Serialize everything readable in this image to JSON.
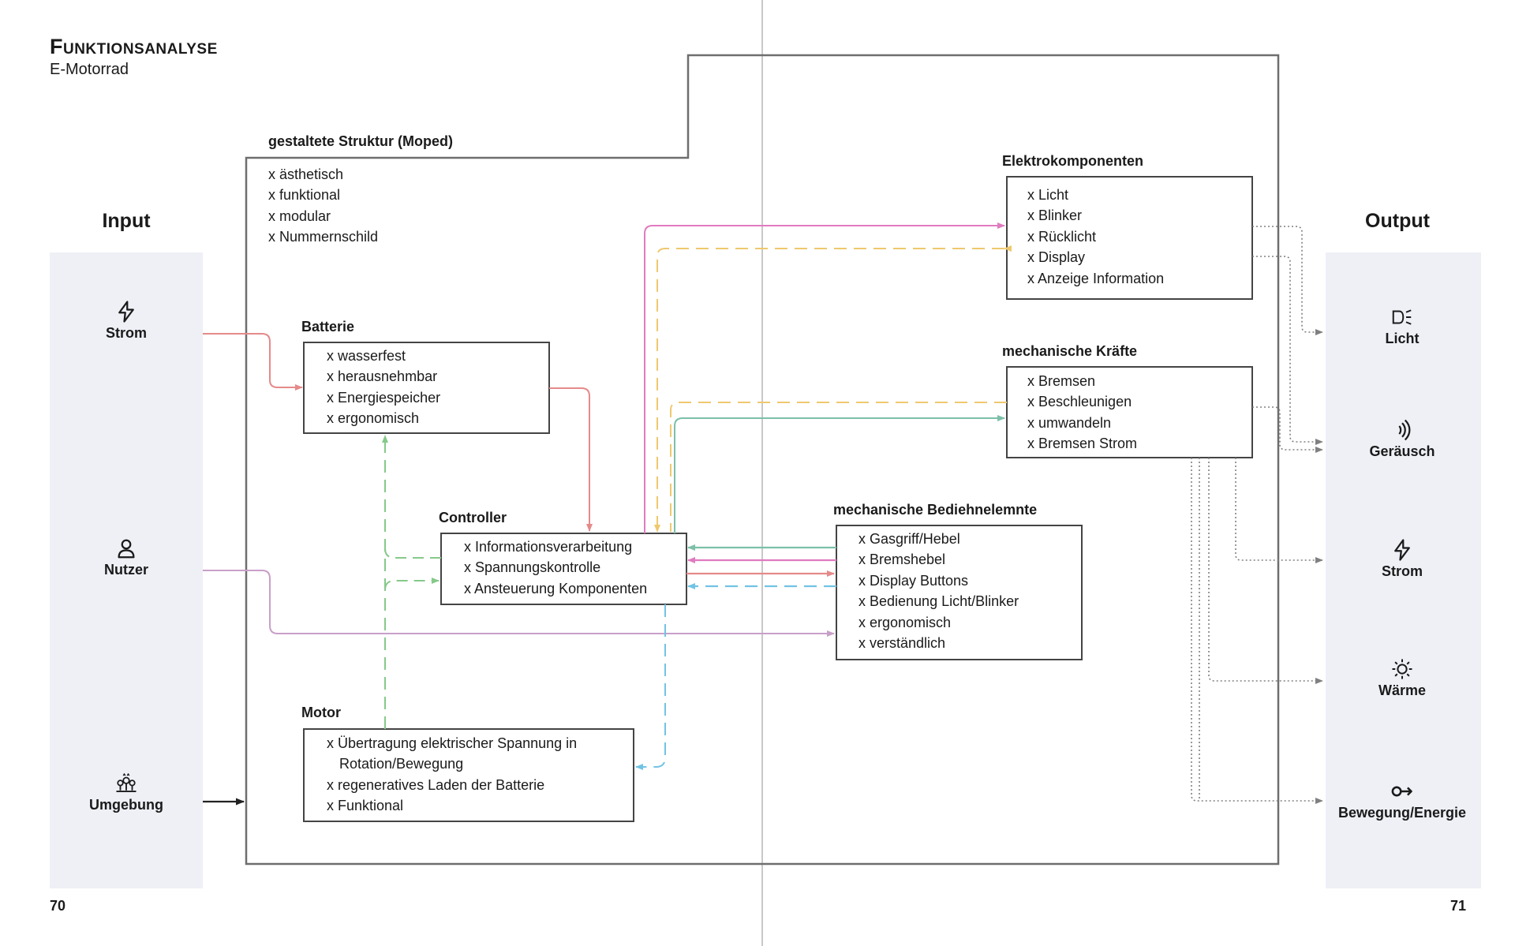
{
  "header": {
    "title": "Funktionsanalyse",
    "subtitle": "E-Motorrad"
  },
  "input": {
    "title": "Input",
    "items": [
      {
        "label": "Strom",
        "icon": "lightning-icon"
      },
      {
        "label": "Nutzer",
        "icon": "user-icon"
      },
      {
        "label": "Umgebung",
        "icon": "environment-icon"
      }
    ]
  },
  "output": {
    "title": "Output",
    "items": [
      {
        "label": "Licht",
        "icon": "headlight-icon"
      },
      {
        "label": "Geräusch",
        "icon": "sound-icon"
      },
      {
        "label": "Strom",
        "icon": "lightning-icon"
      },
      {
        "label": "Wärme",
        "icon": "sun-icon"
      },
      {
        "label": "Bewegung/Energie",
        "icon": "key-icon"
      }
    ]
  },
  "structure": {
    "label": "gestaltete Struktur (Moped)",
    "items": [
      "x ästhetisch",
      "x funktional",
      "x modular",
      "x Nummernschild"
    ]
  },
  "boxes": {
    "batterie": {
      "label": "Batterie",
      "items": [
        "x wasserfest",
        "x herausnehmbar",
        "x Energiespeicher",
        "x ergonomisch"
      ]
    },
    "controller": {
      "label": "Controller",
      "items": [
        "x Informationsverarbeitung",
        "x Spannungskontrolle",
        "x Ansteuerung Komponenten"
      ]
    },
    "motor": {
      "label": "Motor",
      "items": [
        "x Übertragung elektrischer Spannung in",
        "Rotation/Bewegung",
        "x regeneratives Laden der Batterie",
        "x Funktional"
      ]
    },
    "elektro": {
      "label": "Elektrokomponenten",
      "items": [
        "x Licht",
        "x Blinker",
        "x Rücklicht",
        "x Display",
        "x Anzeige Information"
      ]
    },
    "kraefte": {
      "label": "mechanische Kräfte",
      "items": [
        "x Bremsen",
        "x Beschleunigen",
        "x umwandeln",
        "x Bremsen Strom"
      ]
    },
    "bedien": {
      "label": "mechanische Bediehnelemnte",
      "items": [
        "x Gasgriff/Hebel",
        "x Bremshebel",
        "x Display Buttons",
        "x Bedienung Licht/Blinker",
        "x ergonomisch",
        "x verständlich"
      ]
    }
  },
  "colors": {
    "red": "#e58a8a",
    "pink": "#e07bc0",
    "purple": "#c89fc8",
    "yellow": "#efc86e",
    "green": "#86c98a",
    "teal": "#7cc0a8",
    "blue": "#72c3e4",
    "panel": "#eef0f6",
    "frame": "#6e6e6e"
  },
  "footer": {
    "page_left": "70",
    "page_right": "71"
  }
}
